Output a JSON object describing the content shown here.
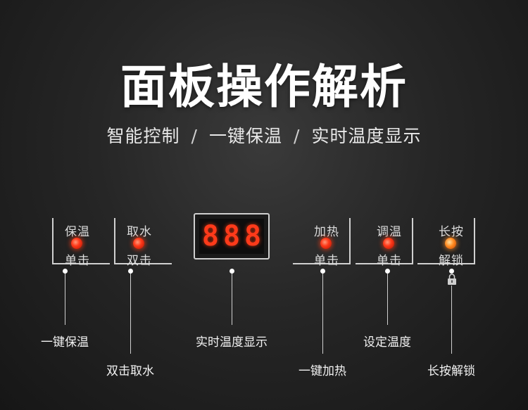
{
  "header": {
    "title": "面板操作解析",
    "subtitle_items": [
      "智能控制",
      "一键保温",
      "实时温度显示"
    ],
    "subtitle_separator": "/"
  },
  "buttons": [
    {
      "id": "keep-warm",
      "top": "保温",
      "bottom": "单击"
    },
    {
      "id": "take-water",
      "top": "取水",
      "bottom": "双击"
    },
    {
      "id": "heat",
      "top": "加热",
      "bottom": "单击"
    },
    {
      "id": "adjust-temp",
      "top": "调温",
      "bottom": "单击"
    },
    {
      "id": "long-press",
      "top": "长按",
      "bottom": "解锁"
    }
  ],
  "display": {
    "digits": [
      "8",
      "8",
      "8"
    ],
    "color": "#ff3a1a"
  },
  "callouts": {
    "keep_warm": "一键保温",
    "take_water": "双击取水",
    "temp_display": "实时温度显示",
    "heat": "一键加热",
    "set_temp": "设定温度",
    "unlock": "长按解锁"
  },
  "icons": {
    "lock": "lock-icon"
  },
  "colors": {
    "led_red": "#ff3a1a",
    "led_amber": "#ff8a20",
    "background": "#262626"
  }
}
